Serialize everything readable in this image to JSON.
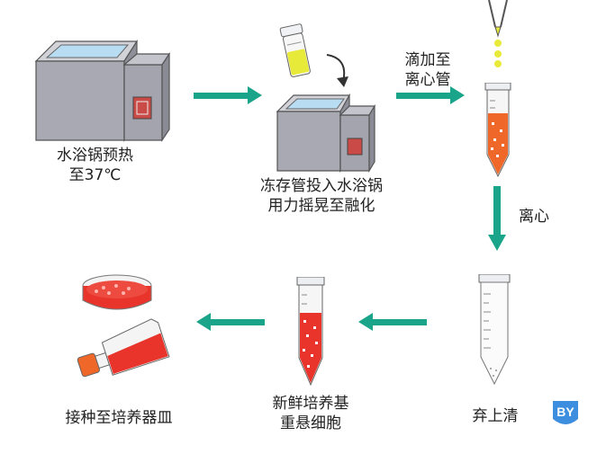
{
  "steps": {
    "preheat": "水浴锅预热\n至37℃",
    "thaw": "冻存管投入水浴锅\n用力摇晃至融化",
    "drip": "滴加至\n离心管",
    "centrifuge": "离心",
    "discard": "弃上清",
    "resuspend": "新鲜培养基\n重悬细胞",
    "inoculate": "接种至培养器皿"
  },
  "badge": {
    "text": "BY"
  },
  "colors": {
    "arrow": "#1aa58a",
    "machine": "#a9aab3",
    "water": "#bfe0f3",
    "cell_red": "#e8342b",
    "orange_fluid": "#f0672a",
    "yellow_fluid": "#e8ea3a",
    "badge_blue": "#3e8ee0"
  }
}
